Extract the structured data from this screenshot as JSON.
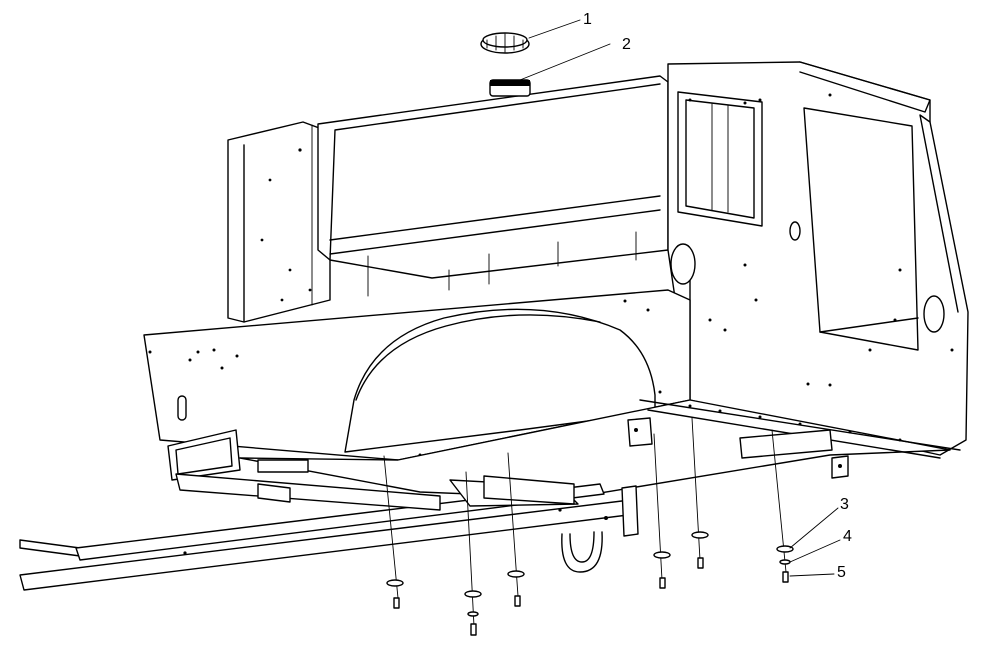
{
  "callouts": [
    {
      "label": "1",
      "part": "fuel-cap"
    },
    {
      "label": "2",
      "part": "filler-neck"
    },
    {
      "label": "3",
      "part": "washer"
    },
    {
      "label": "4",
      "part": "lock-washer"
    },
    {
      "label": "5",
      "part": "bolt"
    }
  ],
  "colors": {
    "line": "#000000",
    "background": "#ffffff"
  }
}
